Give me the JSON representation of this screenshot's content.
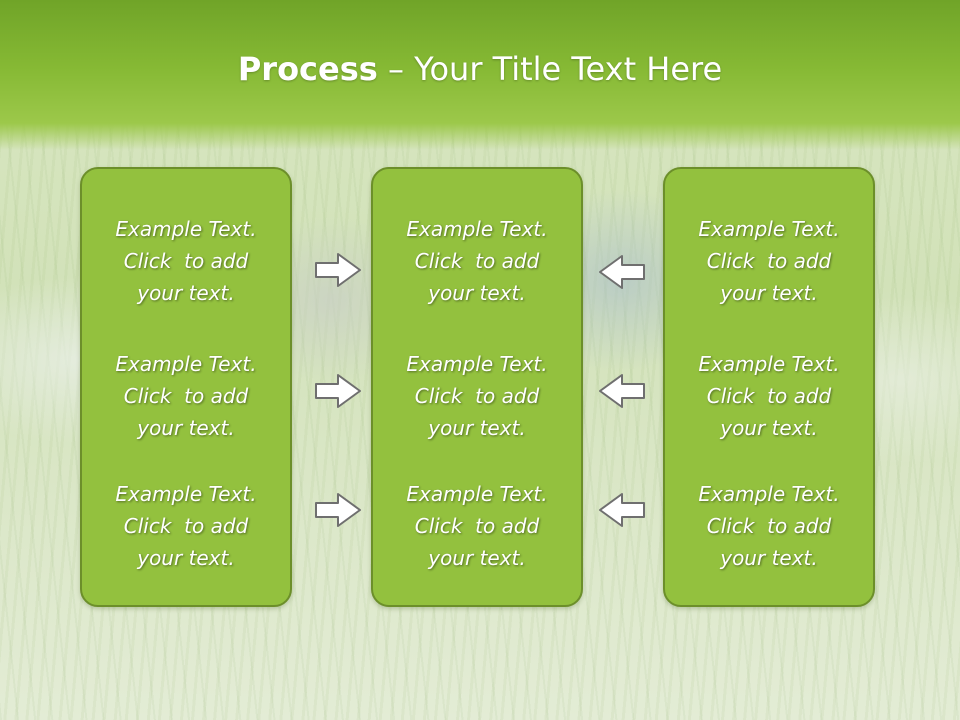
{
  "title": {
    "bold": "Process",
    "rest": " – Your Title Text Here"
  },
  "columns": [
    {
      "blocks": [
        [
          "Example Text.",
          "Click  to add",
          "your text."
        ],
        [
          "Example Text.",
          "Click  to add",
          "your text."
        ],
        [
          "Example Text.",
          "Click  to add",
          "your text."
        ]
      ]
    },
    {
      "blocks": [
        [
          "Example Text.",
          "Click  to add",
          "your text."
        ],
        [
          "Example Text.",
          "Click  to add",
          "your text."
        ],
        [
          "Example Text.",
          "Click  to add",
          "your text."
        ]
      ]
    },
    {
      "blocks": [
        [
          "Example Text.",
          "Click  to add",
          "your text."
        ],
        [
          "Example Text.",
          "Click  to add",
          "your text."
        ],
        [
          "Example Text.",
          "Click  to add",
          "your text."
        ]
      ]
    }
  ],
  "arrows": {
    "left_group": "arrow-right-icon",
    "right_group": "arrow-left-icon"
  },
  "colors": {
    "title_band": "#7eb02f",
    "box_fill": "#93c13e",
    "box_border": "#6c8f2a"
  }
}
